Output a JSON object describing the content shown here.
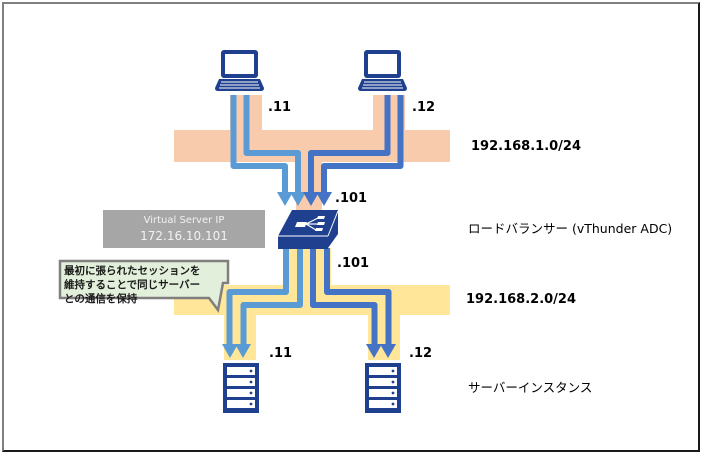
{
  "diagram": {
    "client_network": {
      "label": "192.168.1.0/24",
      "band_color": "#f8cbad"
    },
    "server_network": {
      "label": "192.168.2.0/24",
      "band_color": "#ffe699"
    },
    "clients": [
      {
        "name": "client-1",
        "ip_suffix": ".11",
        "icon": "laptop-icon",
        "flow_color": "#5b9bd5"
      },
      {
        "name": "client-2",
        "ip_suffix": ".12",
        "icon": "laptop-icon",
        "flow_color": "#4472c4"
      }
    ],
    "load_balancer": {
      "label": "ロードバランサー (vThunder ADC)",
      "upper_ip_suffix": ".101",
      "lower_ip_suffix": ".101",
      "icon": "switch-icon",
      "virtual_server": {
        "title": "Virtual Server IP",
        "ip": "172.16.10.101"
      }
    },
    "servers": {
      "label": "サーバーインスタンス",
      "items": [
        {
          "name": "server-1",
          "ip_suffix": ".11",
          "icon": "server-rack-icon"
        },
        {
          "name": "server-2",
          "ip_suffix": ".12",
          "icon": "server-rack-icon"
        }
      ]
    },
    "callout": {
      "lines": [
        "最初に張られたセッションを",
        "維持することで同じサーバー",
        "との通信を保持"
      ]
    },
    "colors": {
      "icon_navy": "#1f3f8f",
      "flow_light_blue": "#5b9bd5",
      "flow_dark_blue": "#4472c4",
      "callout_fill": "#e2efda",
      "callout_border": "#7f7f7f",
      "vs_box_fill": "#a6a6a6"
    }
  }
}
